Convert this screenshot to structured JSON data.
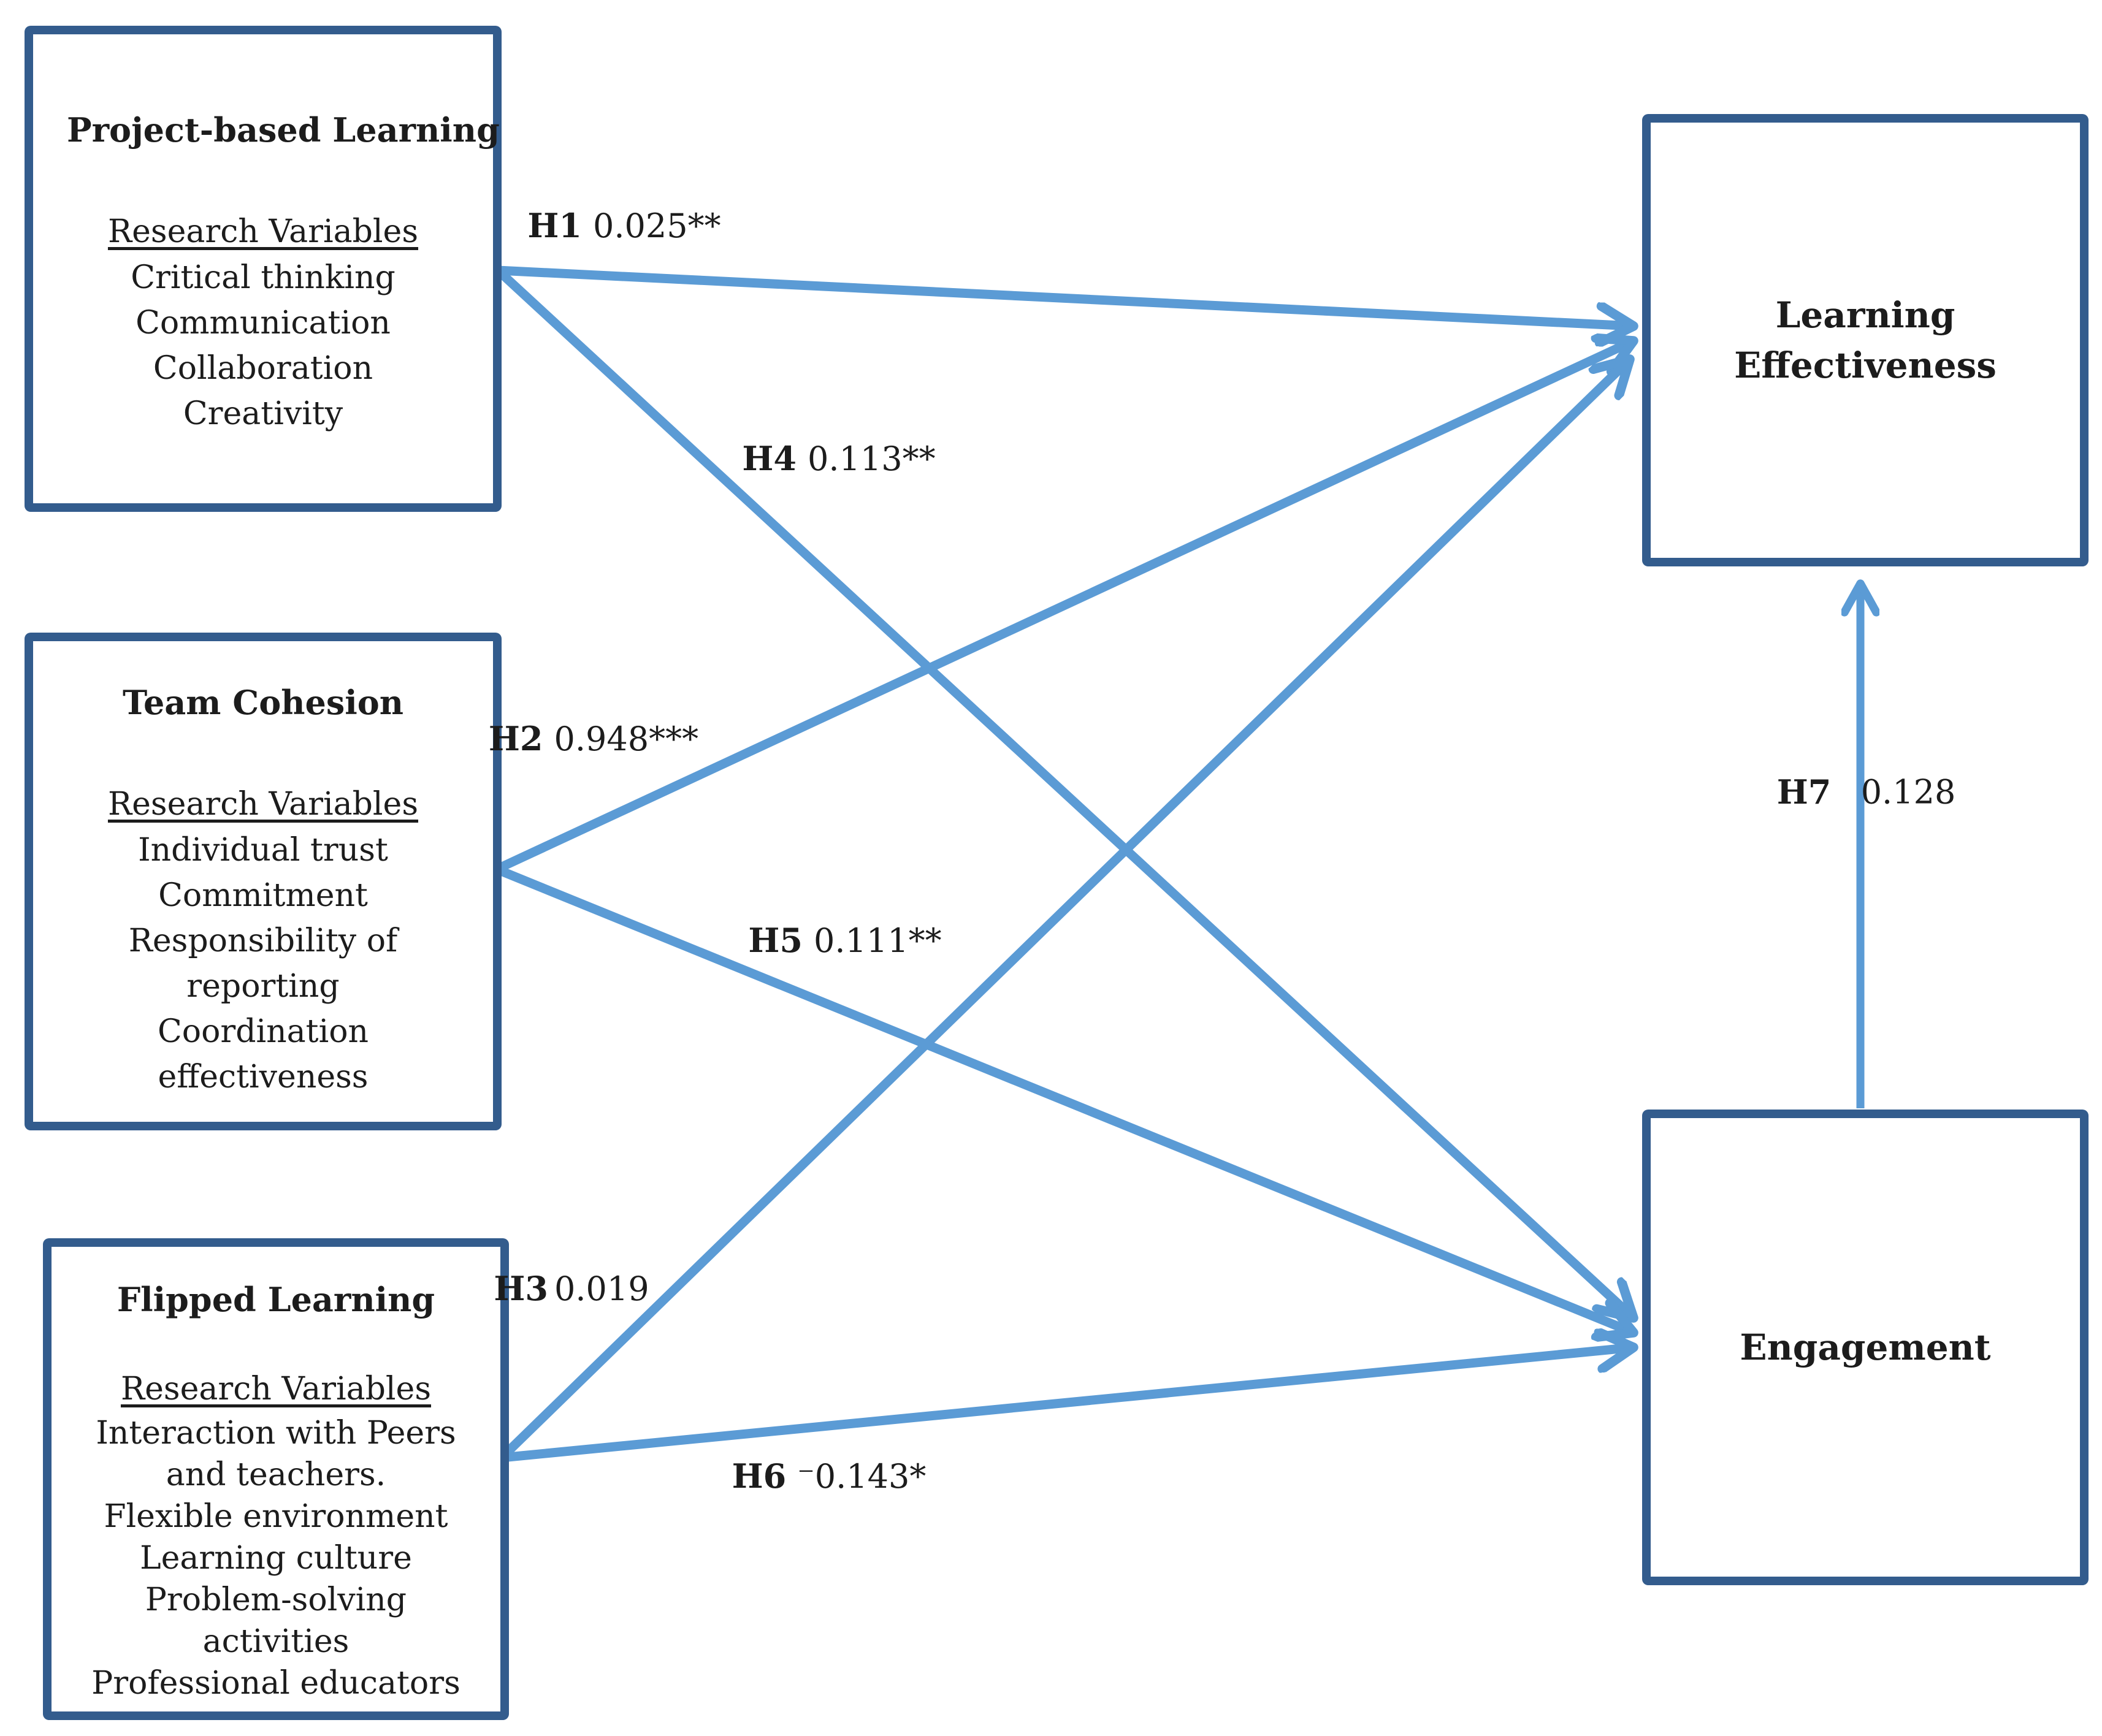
{
  "figure": {
    "type": "path-model-diagram",
    "colors": {
      "arrow": "#5B9BD5",
      "box_border": "#335C8D",
      "text": "#1c1c1c"
    },
    "boxes": {
      "pbl": {
        "title": "Project-based Learning",
        "subtitle": "Research Variables",
        "items": [
          "Critical thinking",
          "Communication",
          "Collaboration",
          "Creativity"
        ]
      },
      "tc": {
        "title": "Team Cohesion",
        "subtitle": "Research Variables",
        "items": [
          "Individual trust",
          "Commitment",
          "Responsibility of reporting",
          "Coordination effectiveness"
        ]
      },
      "fl": {
        "title": "Flipped Learning",
        "subtitle": "Research Variables",
        "items": [
          "Interaction with Peers and teachers.",
          "Flexible environment",
          "Learning culture",
          "Problem-solving activities",
          "Professional educators"
        ]
      },
      "le": {
        "title": "Learning Effectiveness"
      },
      "eng": {
        "title": "Engagement"
      }
    },
    "paths": {
      "h1": {
        "label": "H1",
        "value": "0.025**",
        "from": "Project-based Learning",
        "to": "Learning Effectiveness"
      },
      "h2": {
        "label": "H2",
        "value": "0.948***",
        "from": "Team Cohesion",
        "to": "Learning Effectiveness"
      },
      "h3": {
        "label": "H3",
        "value": "0.019",
        "from": "Flipped Learning",
        "to": "Learning Effectiveness"
      },
      "h4": {
        "label": "H4",
        "value": "0.113**",
        "from": "Project-based Learning",
        "to": "Engagement"
      },
      "h5": {
        "label": "H5",
        "value": "0.111**",
        "from": "Team Cohesion",
        "to": "Engagement"
      },
      "h6": {
        "label": "H6",
        "value": "⁻0.143*",
        "from": "Flipped Learning",
        "to": "Engagement"
      },
      "h7": {
        "label": "H7",
        "value": "0.128",
        "from": "Engagement",
        "to": "Learning Effectiveness"
      }
    }
  }
}
